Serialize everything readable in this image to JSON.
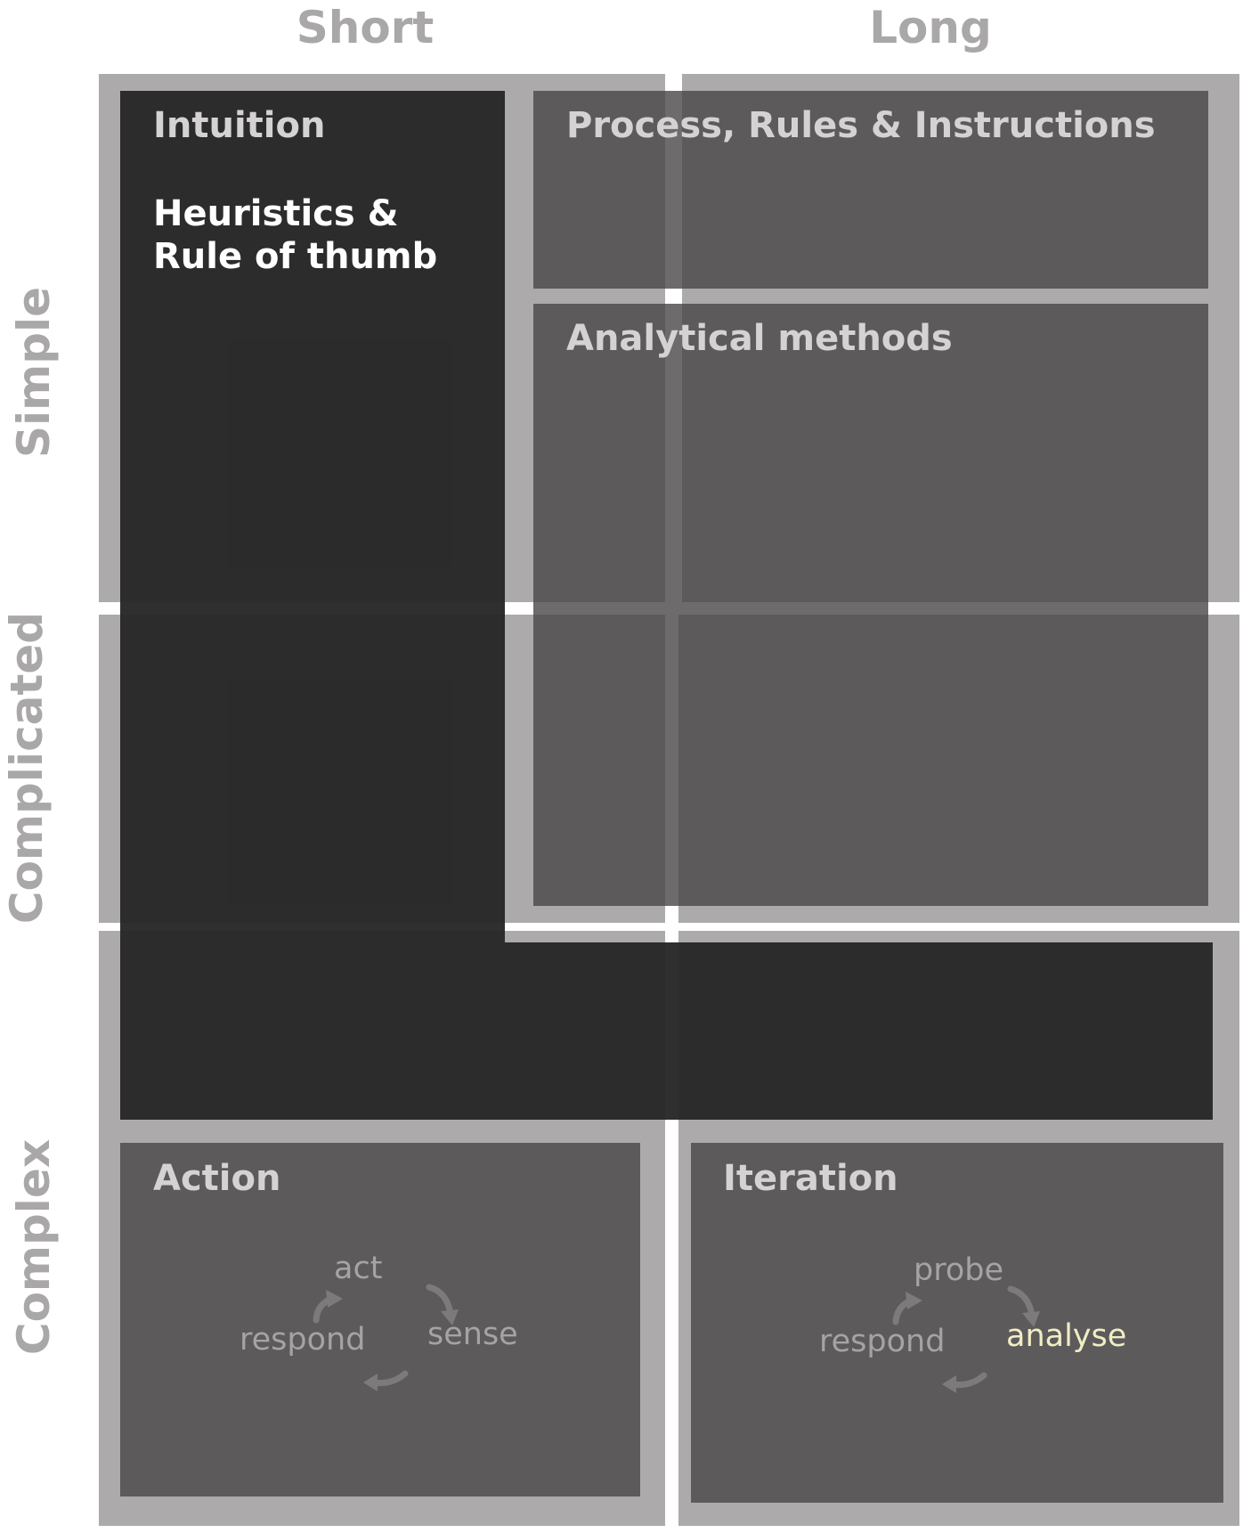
{
  "columns": {
    "short": "Short",
    "long": "Long"
  },
  "rows": {
    "simple": "Simple",
    "complicated": "Complicated",
    "complex": "Complex"
  },
  "panels": {
    "intuition": "Intuition",
    "heuristics": "Heuristics & Rule of thumb",
    "process": "Process, Rules & Instructions",
    "analytical": "Analytical methods",
    "action": "Action",
    "iteration": "Iteration"
  },
  "action_cycle": {
    "top": "act",
    "right": "sense",
    "left": "respond"
  },
  "iteration_cycle": {
    "top": "probe",
    "right": "analyse",
    "left": "respond"
  },
  "colors": {
    "grid": "#acaaaa",
    "panel": "#5a5859",
    "dark": "#2b2b2b",
    "highlight": "#f1edc3"
  }
}
